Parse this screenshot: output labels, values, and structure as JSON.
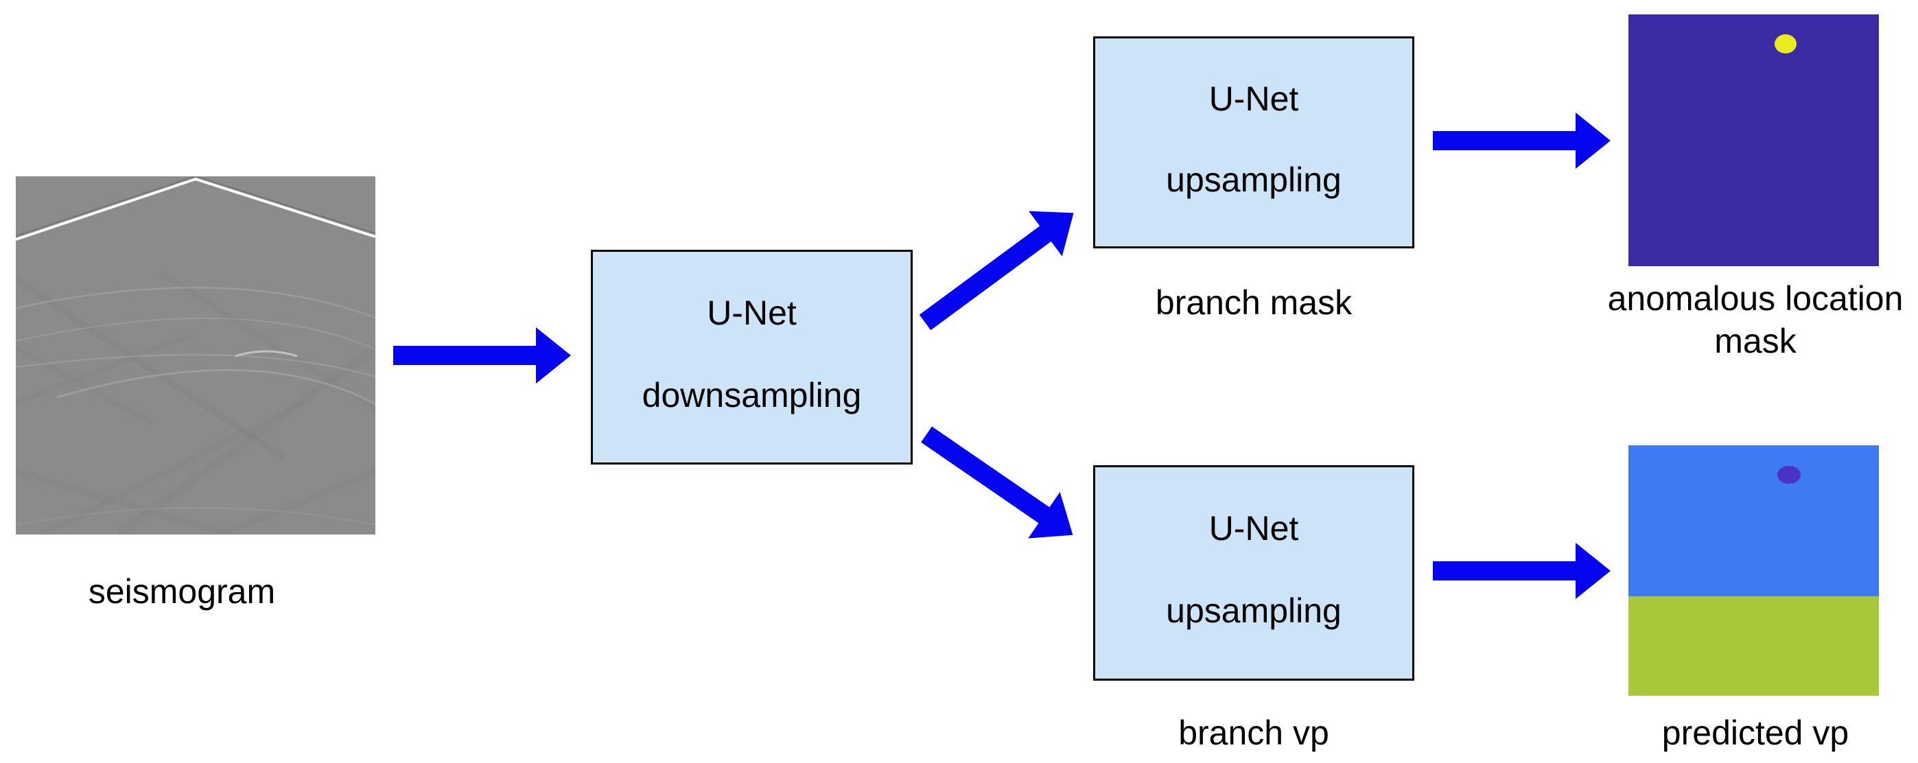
{
  "diagram": {
    "input": {
      "label": "seismogram"
    },
    "downsampling_box": {
      "line1": "U-Net",
      "line2": "downsampling"
    },
    "branch_mask": {
      "box_line1": "U-Net",
      "box_line2": "upsampling",
      "label": "branch mask"
    },
    "branch_vp": {
      "box_line1": "U-Net",
      "box_line2": "upsampling",
      "label": "branch vp"
    },
    "outputs": {
      "mask": {
        "label_line1": "anomalous location",
        "label_line2": "mask"
      },
      "vp": {
        "label": "predicted vp"
      }
    },
    "colors": {
      "text": "#000000",
      "box_fill": "#cde3f7",
      "box_border": "#000000",
      "arrow": "#0505ef",
      "mask_bg": "#3b2ca5",
      "mask_dot": "#e9eb20",
      "vp_top": "#3d7af3",
      "vp_bottom": "#a9c73b",
      "vp_dot": "#4a33c4",
      "seismo_bg": "#8b8b8b"
    }
  }
}
